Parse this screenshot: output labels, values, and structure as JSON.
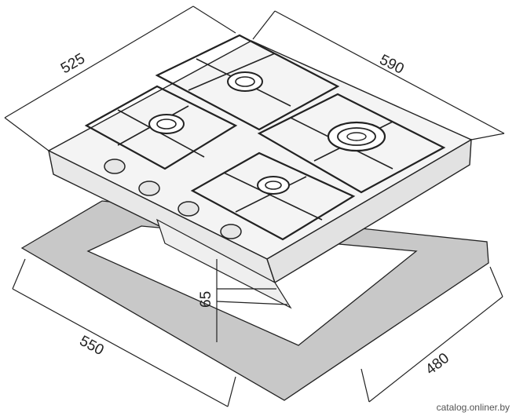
{
  "diagram": {
    "dimensions": {
      "depth": "525",
      "width": "590",
      "cutout_width": "550",
      "cutout_depth": "480",
      "height": "65"
    },
    "watermark": "catalog.onliner.by",
    "colors": {
      "line": "#222222",
      "panel": "#f1f1f1",
      "seal": "#c8c8c8"
    }
  }
}
